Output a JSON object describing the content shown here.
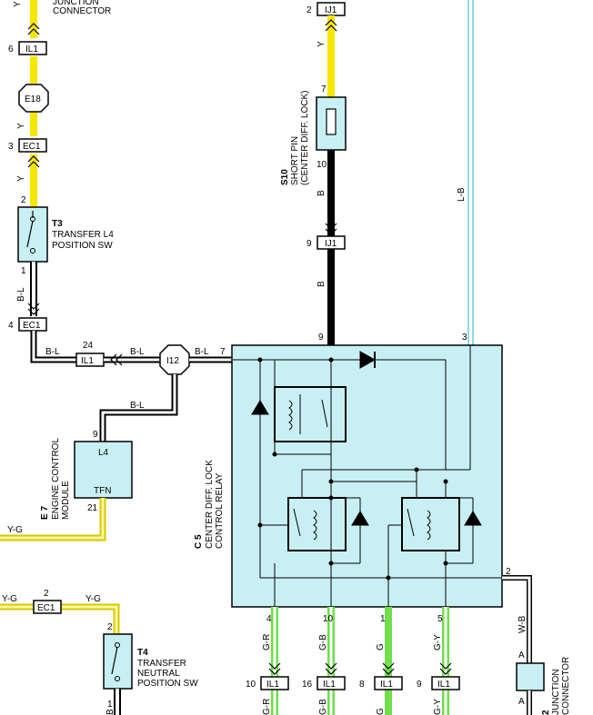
{
  "colors": {
    "yellow": "#f7e600",
    "black": "#000000",
    "cyan": "#8fd8e8",
    "green": "#6fe04a",
    "box_fill": "#c8f0f4"
  },
  "top": {
    "jc_line1": "JUNCTION",
    "jc_line2": "CONNECTOR",
    "il1_top": "IL1",
    "il1_top_pin": "6",
    "e18": "E18",
    "ec1_top": "EC1",
    "ec1_top_pin": "3",
    "y1": "Y",
    "y2": "Y",
    "y3": "Y",
    "ij1_top": "IJ1",
    "ij1_top_pin": "2",
    "y_center": "Y"
  },
  "t3": {
    "code": "T3",
    "line1": "TRANSFER L4",
    "line2": "POSITION SW",
    "pin_top": "2",
    "pin_bottom": "1",
    "wire": "B-L"
  },
  "s10": {
    "code": "S10",
    "line1": "SHORT PIN",
    "line2": "(CENTER DIFF. LOCK)",
    "pin_top": "7",
    "pin_bottom": "10",
    "wire": "B",
    "ij1": "IJ1",
    "ij1_pin": "9",
    "wire2": "B"
  },
  "lb_wire": "L-B",
  "mid": {
    "ec1": "EC1",
    "ec1_pin": "4",
    "bl1": "B-L",
    "il1": "IL1",
    "il1_pin": "24",
    "bl2": "B-L",
    "i12": "I12",
    "bl3": "B-L",
    "pin7": "7",
    "bl4": "B-L",
    "pin9": "9",
    "pin3": "3"
  },
  "e7": {
    "code": "E 7",
    "line1": "ENGINE CONTROL",
    "line2": "MODULE",
    "l4": "L4",
    "tfn": "TFN",
    "pin9": "9",
    "pin21": "21",
    "wire": "Y-G"
  },
  "c5": {
    "code": "C 5",
    "line1": "CENTER DIFF. LOCK",
    "line2": "CONTROL RELAY",
    "pin2": "2"
  },
  "t4": {
    "ec1": "EC1",
    "ec1_pin": "2",
    "yg1": "Y-G",
    "yg2": "Y-G",
    "code": "T4",
    "line1": "TRANSFER",
    "line2": "NEUTRAL",
    "line3": "POSITION SW",
    "pin_top": "2",
    "pin_bottom": "1",
    "wire_bottom": "B"
  },
  "bottom": {
    "pins": [
      "4",
      "10",
      "1",
      "5"
    ],
    "wires": [
      "G-R",
      "G-B",
      "G",
      "G-Y"
    ],
    "il1_pins": [
      "10",
      "16",
      "8",
      "9"
    ],
    "il1": "IL1",
    "wires_lower": [
      "G-R",
      "G-B",
      "G",
      "G-Y"
    ],
    "wb": "W-B",
    "jc_a_top": "A",
    "jc_a_bottom": "A",
    "jc_code": "2",
    "jc_line1": "JUNCTION",
    "jc_line2": "CONNECTOR"
  }
}
